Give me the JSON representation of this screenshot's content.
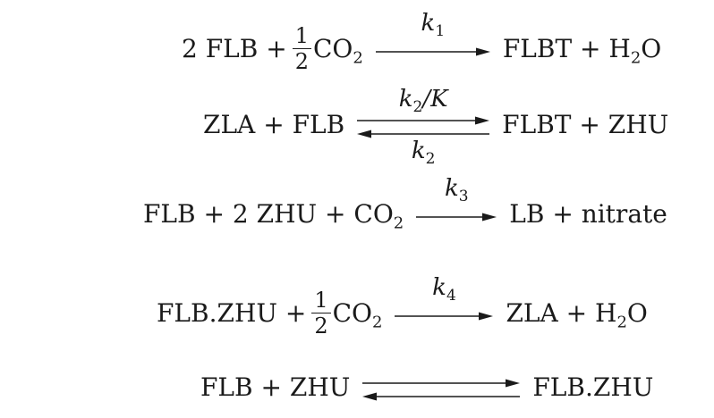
{
  "reactions": [
    {
      "left_coef": "2",
      "left_a": "FLB",
      "plus": "+",
      "frac_num": "1",
      "frac_den": "2",
      "left_b_base": "CO",
      "left_b_sub": "2",
      "rate_top_base": "k",
      "rate_top_sub": "1",
      "right_a": "FLBT",
      "right_b_base": "H",
      "right_b_sub": "2",
      "right_b_tail": "O"
    },
    {
      "left_a": "ZLA",
      "plus": "+",
      "left_b": "FLB",
      "rate_top_base": "k",
      "rate_top_sub": "2",
      "rate_top_tail": "/K",
      "rate_bottom_base": "k",
      "rate_bottom_sub": "2",
      "right_a": "FLBT",
      "right_b": "ZHU"
    },
    {
      "left_a": "FLB",
      "plus": "+",
      "left_b_coef": "2",
      "left_b": "ZHU",
      "left_c_base": "CO",
      "left_c_sub": "2",
      "rate_top_base": "k",
      "rate_top_sub": "3",
      "right_a": "LB",
      "right_b": "nitrate"
    },
    {
      "left_a": "FLB.ZHU",
      "plus": "+",
      "frac_num": "1",
      "frac_den": "2",
      "left_b_base": "CO",
      "left_b_sub": "2",
      "rate_top_base": "k",
      "rate_top_sub": "4",
      "right_a": "ZLA",
      "right_b_base": "H",
      "right_b_sub": "2",
      "right_b_tail": "O"
    },
    {
      "left_a": "FLB",
      "plus": "+",
      "left_b": "ZHU",
      "right_a": "FLB.ZHU"
    }
  ]
}
